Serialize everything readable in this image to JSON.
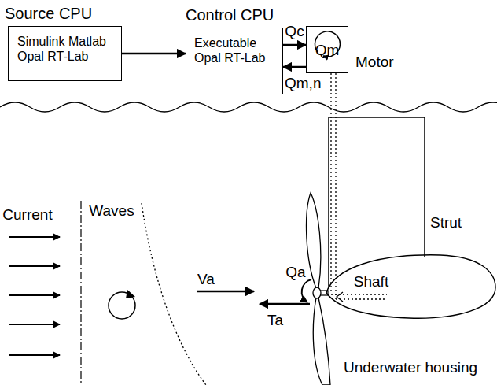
{
  "diagram": {
    "nodes": [
      {
        "text": [
          "Source CPU",
          "Simulink Matlab Opal RT-Lab"
        ]
      },
      {
        "text": [
          "Control CPU",
          "Executable Opal RT-Lab"
        ]
      },
      {
        "text": [
          "Motor"
        ]
      },
      {
        "text": [
          "Strut"
        ]
      },
      {
        "text": [
          "Underwater housing"
        ]
      }
    ],
    "edges": [
      {
        "from": 0,
        "to": 1,
        "arrow": "to"
      },
      {
        "from": 1,
        "to": 2,
        "label": "Qc",
        "arrow": "to"
      },
      {
        "from": 2,
        "to": 1,
        "label": "Qm,n",
        "arrow": "to"
      }
    ],
    "labels": [
      "Qm",
      "Current",
      "Waves",
      "Va",
      "Qa",
      "Ta",
      "Shaft"
    ]
  }
}
